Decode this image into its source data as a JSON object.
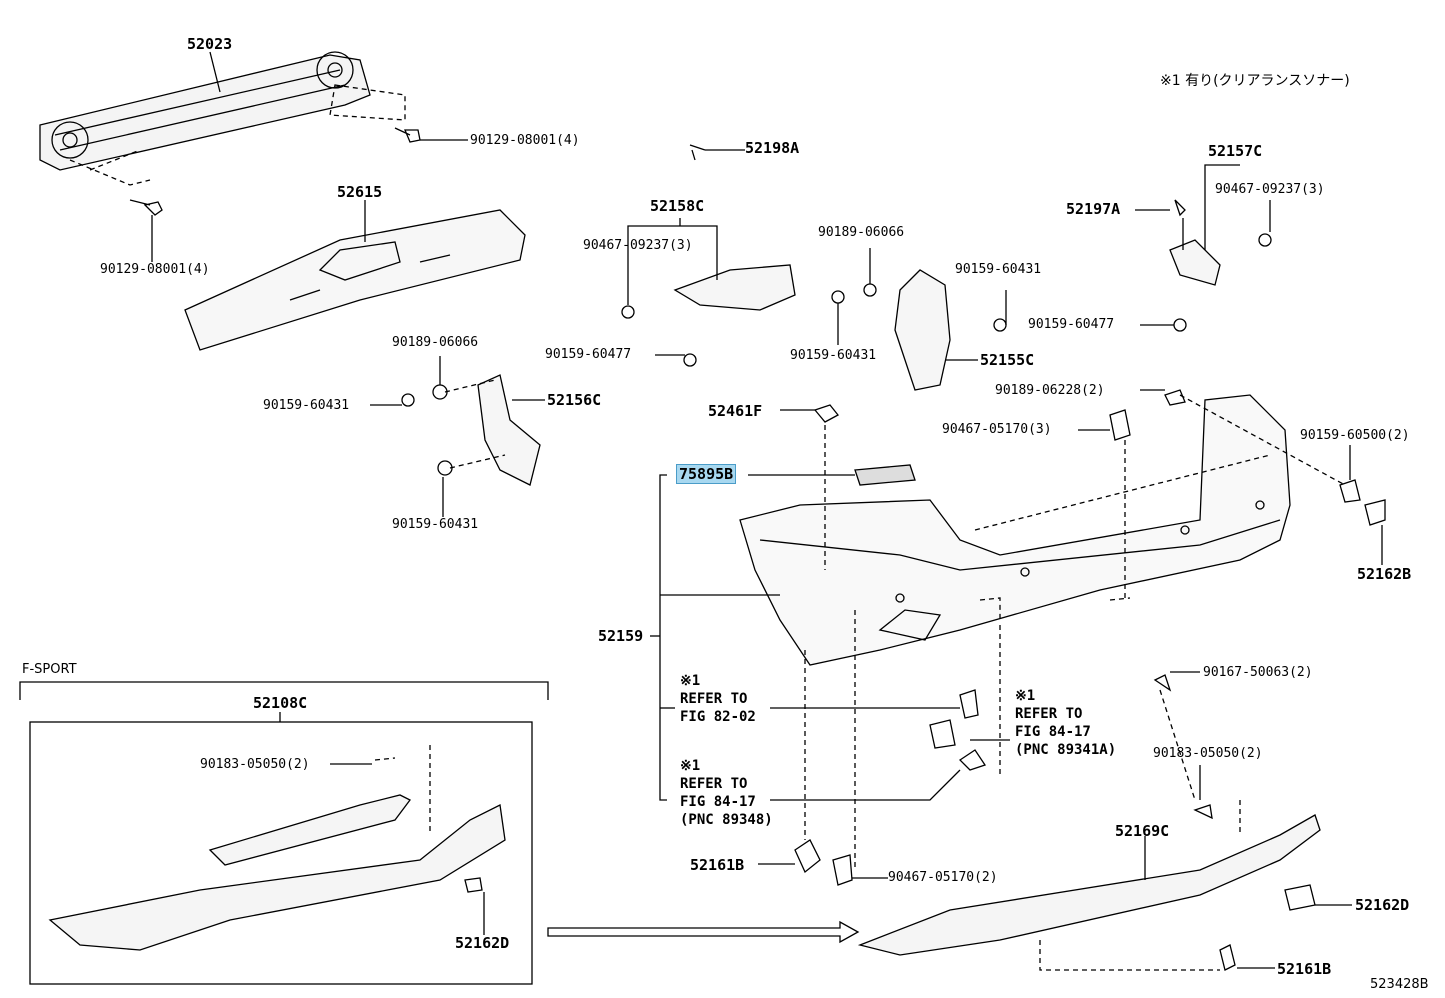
{
  "note_header": "※1 有り(クリアランスソナー)",
  "fsport_label": "F-SPORT",
  "figure_id": "523428B",
  "parts": {
    "p52023": "52023",
    "p90129_08001_a": "90129-08001(4)",
    "p90129_08001_b": "90129-08001(4)",
    "p52615": "52615",
    "p90189_06066_a": "90189-06066",
    "p90159_60431_a": "90159-60431",
    "p52156C": "52156C",
    "p90159_60431_b": "90159-60431",
    "p52198A": "52198A",
    "p52158C": "52158C",
    "p90467_09237_a": "90467-09237(3)",
    "p90159_60477_a": "90159-60477",
    "p90189_06066_b": "90189-06066",
    "p90159_60431_c": "90159-60431",
    "p90159_60431_d": "90159-60431",
    "p52155C": "52155C",
    "p52157C": "52157C",
    "p52197A": "52197A",
    "p90467_09237_b": "90467-09237(3)",
    "p90159_60477_b": "90159-60477",
    "p90189_06228": "90189-06228(2)",
    "p52461F": "52461F",
    "p90467_05170_a": "90467-05170(3)",
    "p90159_60500": "90159-60500(2)",
    "p75895B": "75895B",
    "p52162B": "52162B",
    "p52159": "52159",
    "p90167_50063": "90167-50063(2)",
    "p52108C": "52108C",
    "p90183_05050_a": "90183-05050(2)",
    "p90183_05050_b": "90183-05050(2)",
    "p52169C": "52169C",
    "p52161B_a": "52161B",
    "p90467_05170_b": "90467-05170(2)",
    "p52162D_a": "52162D",
    "p52162D_b": "52162D",
    "p52161B_b": "52161B"
  },
  "notes": {
    "ref1_mark": "※1",
    "ref1_text": "REFER TO\nFIG 82-02",
    "ref2_mark": "※1",
    "ref2_text": "REFER TO\nFIG 84-17\n(PNC 89341A)",
    "ref3_mark": "※1",
    "ref3_text": "REFER TO\nFIG 84-17\n(PNC 89348)"
  },
  "highlight_color": "#a8d8f0"
}
